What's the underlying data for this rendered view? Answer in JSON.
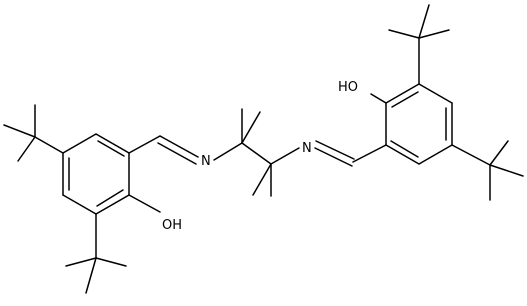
{
  "labels": {
    "oh_left": "OH",
    "oh_right": "HO",
    "n_left": "N",
    "n_right": "N"
  },
  "colors": {
    "bond": "#000000",
    "background": "#ffffff"
  }
}
